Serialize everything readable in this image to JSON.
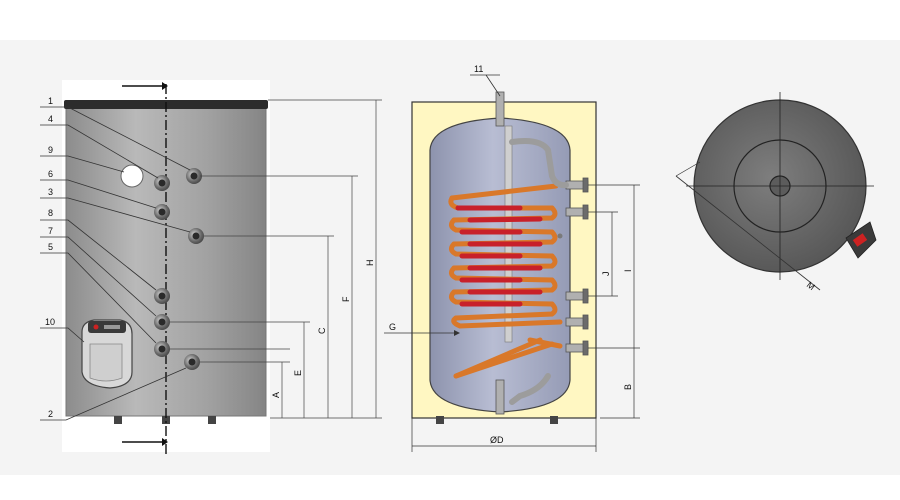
{
  "front_view": {
    "callouts": [
      {
        "key": "1",
        "label": "1"
      },
      {
        "key": "4",
        "label": "4"
      },
      {
        "key": "9",
        "label": "9"
      },
      {
        "key": "6",
        "label": "6"
      },
      {
        "key": "3",
        "label": "3"
      },
      {
        "key": "8",
        "label": "8"
      },
      {
        "key": "7",
        "label": "7"
      },
      {
        "key": "5",
        "label": "5"
      },
      {
        "key": "10",
        "label": "10"
      },
      {
        "key": "2",
        "label": "2"
      }
    ],
    "dimensions": [
      {
        "key": "A",
        "label": "A"
      },
      {
        "key": "E",
        "label": "E"
      },
      {
        "key": "C",
        "label": "C"
      },
      {
        "key": "F",
        "label": "F"
      },
      {
        "key": "H",
        "label": "H"
      }
    ]
  },
  "section_view": {
    "callout": "11",
    "dimensions": {
      "G": "G",
      "D": "ØD",
      "J": "J",
      "I": "I",
      "B": "B"
    }
  },
  "top_view": {
    "dimension": "M"
  },
  "colors": {
    "band": "#f2f2f2",
    "tank_gray": "#9a9a9a",
    "insulation": "#fff7c2",
    "inner_tank": "#a7adc6",
    "coil_copper": "#d9782a",
    "coil_red": "#c8202a",
    "line": "#333333"
  }
}
